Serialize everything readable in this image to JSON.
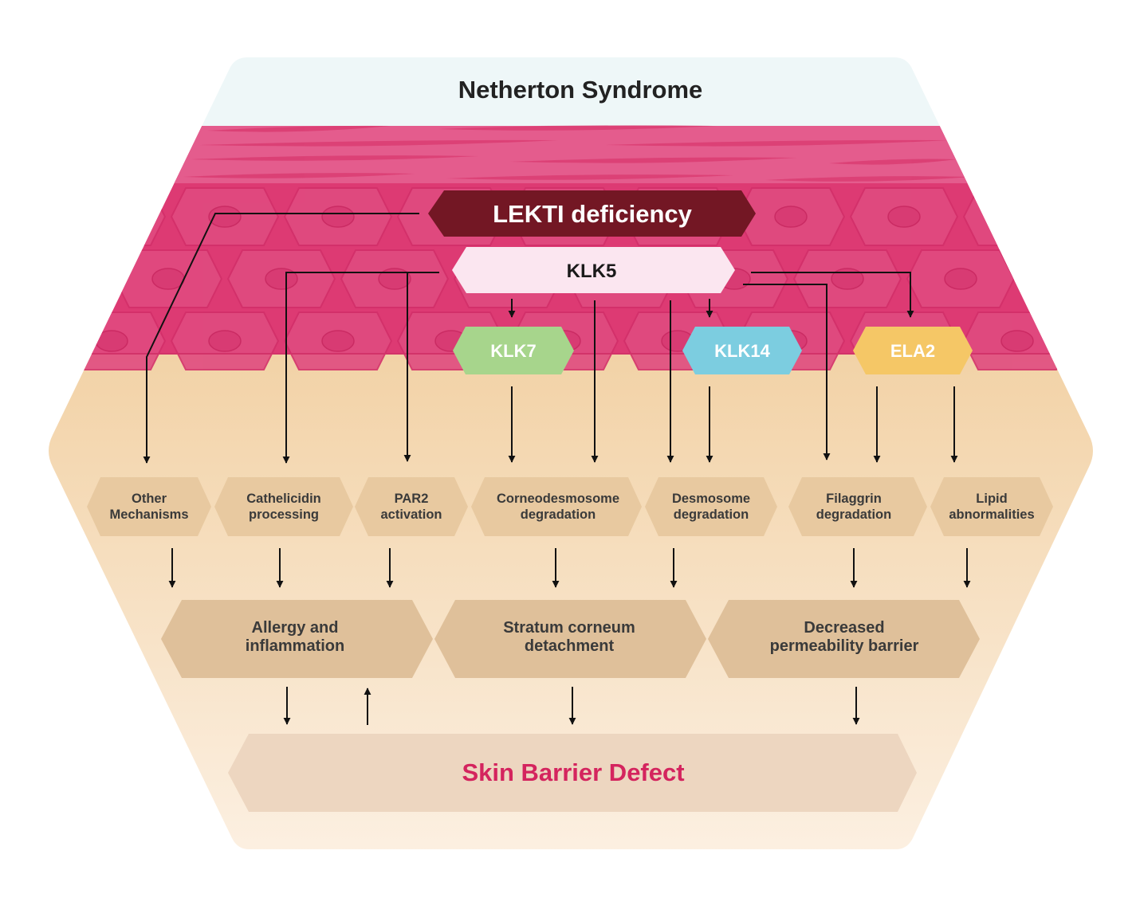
{
  "title": "Netherton Syndrome",
  "root": "LEKTI deficiency",
  "klk5": "KLK5",
  "enzymes": [
    {
      "id": "klk7",
      "label": "KLK7",
      "color": "#a7d58c"
    },
    {
      "id": "klk14",
      "label": "KLK14",
      "color": "#7ccde0"
    },
    {
      "id": "ela2",
      "label": "ELA2",
      "color": "#f5c766"
    }
  ],
  "mechanisms": [
    {
      "line1": "Other",
      "line2": "Mechanisms"
    },
    {
      "line1": "Cathelicidin",
      "line2": "processing"
    },
    {
      "line1": "PAR2",
      "line2": "activation"
    },
    {
      "line1": "Corneodesmosome",
      "line2": "degradation"
    },
    {
      "line1": "Desmosome",
      "line2": "degradation"
    },
    {
      "line1": "Filaggrin",
      "line2": "degradation"
    },
    {
      "line1": "Lipid",
      "line2": "abnormalities"
    }
  ],
  "outcomes": [
    {
      "line1": "Allergy and",
      "line2": "inflammation"
    },
    {
      "line1": "Stratum corneum",
      "line2": "detachment"
    },
    {
      "line1": "Decreased",
      "line2": "permeability barrier"
    }
  ],
  "defect": "Skin Barrier Defect",
  "colors": {
    "sky": "#eef7f8",
    "skin": "#dd3a73",
    "skin_top": "#e45c8d",
    "lekti_fill": "#731724",
    "klk5_fill": "#fbe6f0",
    "tan_top": "#f2d2a6",
    "tan_bottom": "#fcf0e2",
    "mech_fill": "#e8c9a0",
    "outcome_fill": "#dfc09a",
    "defect_fill": "#edd6c0",
    "defect_text": "#d4245e",
    "arrow": "#111111"
  }
}
